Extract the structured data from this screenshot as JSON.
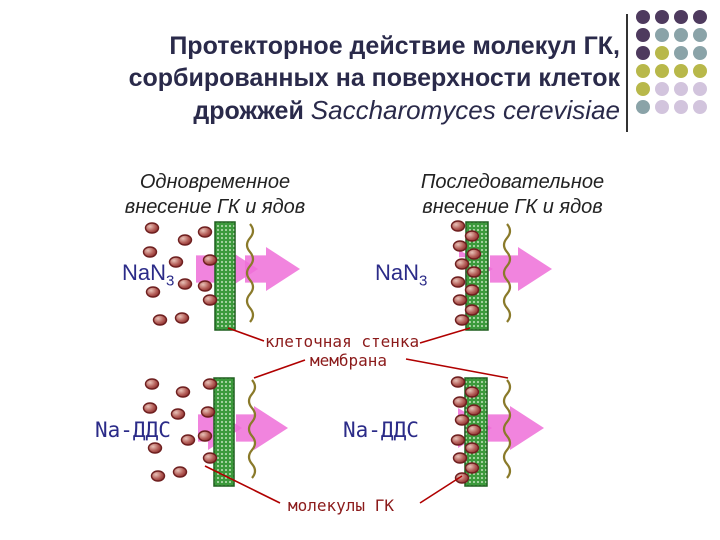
{
  "title": {
    "line1": "Протекторное действие молекул ГК,",
    "line2": "сорбированных на поверхности клеток",
    "line3_prefix": "дрожжей ",
    "line3_species": "Saccharomyces cerevisiae"
  },
  "columns": {
    "left_line1": "Одновременное",
    "left_line2": "внесение ГК и ядов",
    "right_line1": "Последовательное",
    "right_line2": "внесение ГК и ядов"
  },
  "agents": {
    "nan3_prefix": "NaN",
    "nan3_sub": "3",
    "na_dds": "Na-ДДС"
  },
  "labels": {
    "cell_wall": "клеточная стенка",
    "membrane": "мембрана",
    "hk_molecules": "молекулы ГК"
  },
  "colors": {
    "title_text": "#2a2a4a",
    "agent_text": "#2b2b88",
    "label_text": "#8b1a1a",
    "cell_wall_fill": "#3c9a3c",
    "membrane_wave": "#8a7a2a",
    "arrow_pink": "#ee6fd8",
    "molecule_brown": "#8b2d2d",
    "leader_line": "#b00000",
    "dot_purple": "#4e3a5e",
    "dot_teal": "#8aa3a8",
    "dot_olive": "#b8b84a",
    "dot_lilac": "#d2c4dd"
  }
}
